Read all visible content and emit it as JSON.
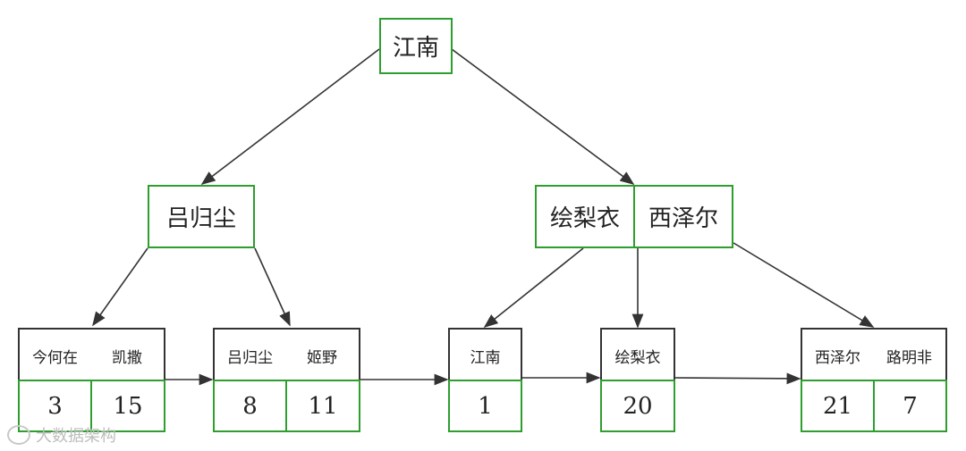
{
  "root": {
    "label": "江南"
  },
  "level1": {
    "left": {
      "label": "吕归尘"
    },
    "right": {
      "labels": [
        "绘梨衣",
        "西泽尔"
      ]
    }
  },
  "leaves": [
    {
      "keys": [
        "今何在",
        "凯撒"
      ],
      "values": [
        "3",
        "15"
      ]
    },
    {
      "keys": [
        "吕归尘",
        "姬野"
      ],
      "values": [
        "8",
        "11"
      ]
    },
    {
      "keys": [
        "江南"
      ],
      "values": [
        "1"
      ]
    },
    {
      "keys": [
        "绘梨衣"
      ],
      "values": [
        "20"
      ]
    },
    {
      "keys": [
        "西泽尔",
        "路明非"
      ],
      "values": [
        "21",
        "7"
      ]
    }
  ],
  "watermark": {
    "text": "大数据架构"
  },
  "colors": {
    "node_border": "#2e9e2e",
    "key_border": "#333333",
    "edge": "#333333"
  }
}
